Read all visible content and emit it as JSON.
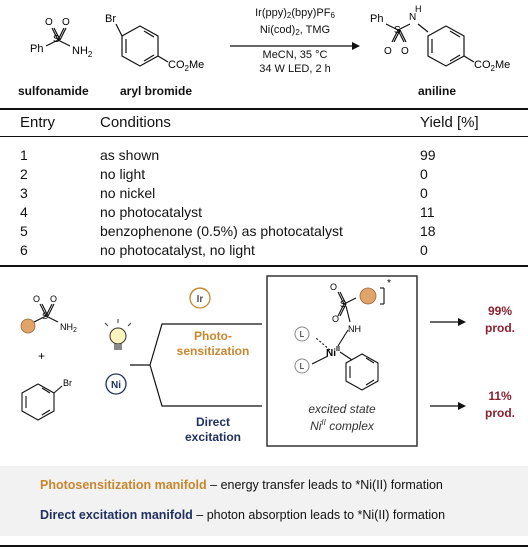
{
  "scheme": {
    "sulfonamide_label": "sulfonamide",
    "aryl_bromide_label": "aryl bromide",
    "aniline_label": "aniline",
    "ph_label": "Ph",
    "nh2_label": "NH",
    "nh2_sub": "2",
    "br_label": "Br",
    "co2me_label": "CO",
    "co2me_sub": "2",
    "co2me_tail": "Me",
    "h_label": "H",
    "n_label": "N",
    "conditions_line1_a": "Ir(ppy)",
    "conditions_line1_sub1": "2",
    "conditions_line1_b": "(bpy)PF",
    "conditions_line1_sub2": "6",
    "conditions_line2_a": "Ni(cod)",
    "conditions_line2_sub": "2",
    "conditions_line2_b": ", TMG",
    "conditions_line3": "MeCN, 35 °C",
    "conditions_line4": "34 W LED, 2 h"
  },
  "table": {
    "headers": [
      "Entry",
      "Conditions",
      "Yield [%]"
    ],
    "rows": [
      {
        "entry": "1",
        "conditions": "as shown",
        "yield": "99"
      },
      {
        "entry": "2",
        "conditions": "no light",
        "yield": "0"
      },
      {
        "entry": "3",
        "conditions": "no nickel",
        "yield": "0"
      },
      {
        "entry": "4",
        "conditions": "no photocatalyst",
        "yield": "11"
      },
      {
        "entry": "5",
        "conditions": "benzophenone (0.5%) as photocatalyst",
        "yield": "18"
      },
      {
        "entry": "6",
        "conditions": "no photocatalyst, no light",
        "yield": "0"
      }
    ]
  },
  "mechanism": {
    "plus": "+",
    "ir_badge": "Ir",
    "ni_badge": "Ni",
    "photo_line1": "Photo-",
    "photo_line2": "sensitization",
    "direct_line1": "Direct",
    "direct_line2": "excitation",
    "excited_line1": "excited state",
    "excited_line2_a": "Ni",
    "excited_line2_sup": "II",
    "excited_line2_b": " complex",
    "complex_ni": "Ni",
    "complex_ni_sup": "II",
    "complex_l": "L",
    "complex_nh": "NH",
    "complex_s": "S",
    "complex_o": "O",
    "complex_star": "*",
    "yield_top_value": "99%",
    "yield_top_unit": "prod.",
    "yield_bottom_value": "11%",
    "yield_bottom_unit": "prod."
  },
  "legend": {
    "photo_title": "Photosensitization manifold",
    "photo_text": " – energy transfer leads to *Ni(II) formation",
    "direct_title": "Direct excitation manifold",
    "direct_text": " – photon absorption leads to *Ni(II) formation"
  },
  "colors": {
    "orange": "#c8862f",
    "navy": "#203060",
    "wine": "#8a2030",
    "sulfonamide_ball": "#e0a468",
    "legend_bg": "#f2f2f2"
  }
}
